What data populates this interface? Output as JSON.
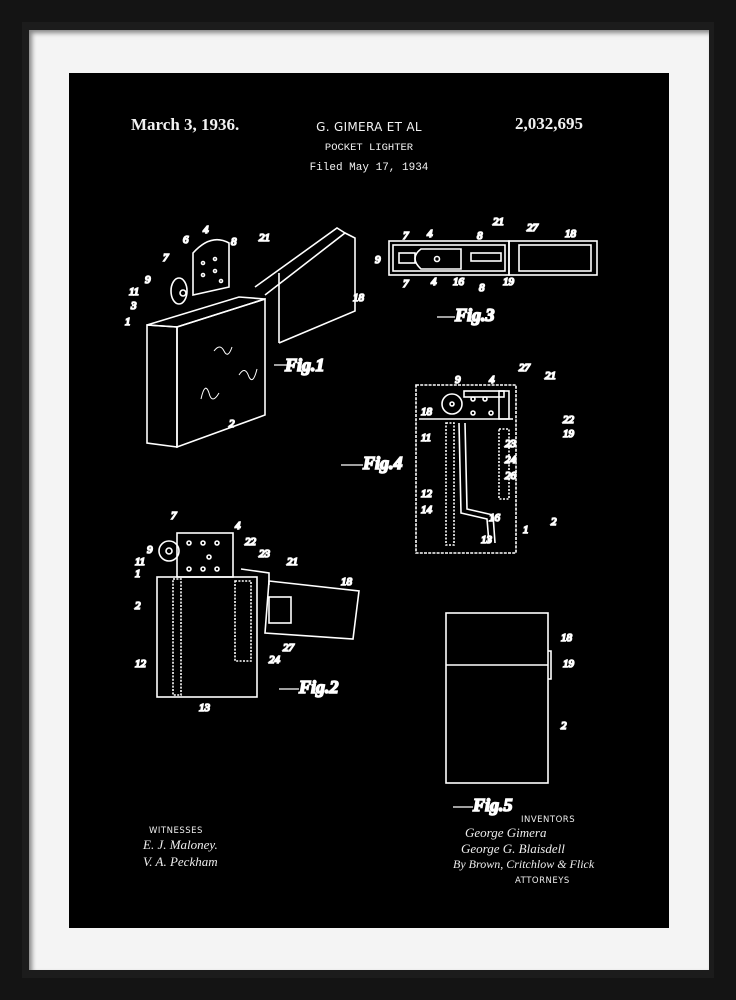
{
  "poster": {
    "date": "March 3, 1936.",
    "inventors_header": "G. GIMERA  ET AL",
    "title": "POCKET LIGHTER",
    "filed": "Filed May 17, 1934",
    "patent_number": "2,032,695",
    "colors": {
      "frame": "#141414",
      "mat": "#f4f4f4",
      "poster_bg": "#000000",
      "ink": "#ffffff"
    }
  },
  "figures": [
    {
      "label": "Fig.1",
      "ref_numerals": [
        "6",
        "4",
        "8",
        "21",
        "7",
        "9",
        "11",
        "3",
        "1",
        "18",
        "2"
      ]
    },
    {
      "label": "Fig.2",
      "ref_numerals": [
        "7",
        "4",
        "22",
        "23",
        "21",
        "9",
        "11",
        "1",
        "18",
        "2",
        "12",
        "27",
        "24",
        "13"
      ]
    },
    {
      "label": "Fig.3",
      "ref_numerals": [
        "7",
        "4",
        "8",
        "21",
        "27",
        "18",
        "9",
        "7",
        "4",
        "16",
        "8",
        "19"
      ]
    },
    {
      "label": "Fig.4",
      "ref_numerals": [
        "9",
        "4",
        "27",
        "21",
        "18",
        "22",
        "19",
        "11",
        "23",
        "24",
        "26",
        "12",
        "14",
        "16",
        "2",
        "1",
        "13"
      ]
    },
    {
      "label": "Fig.5",
      "ref_numerals": [
        "18",
        "19",
        "2"
      ]
    }
  ],
  "witnesses": {
    "heading": "WITNESSES",
    "signatures": [
      "E. J. Maloney.",
      "V. A. Peckham"
    ]
  },
  "inventors": {
    "heading": "INVENTORS",
    "signatures": [
      "George Gimera",
      "George G. Blaisdell"
    ],
    "by_line": "By Brown, Critchlow & Flick",
    "attorneys_label": "ATTORNEYS"
  }
}
